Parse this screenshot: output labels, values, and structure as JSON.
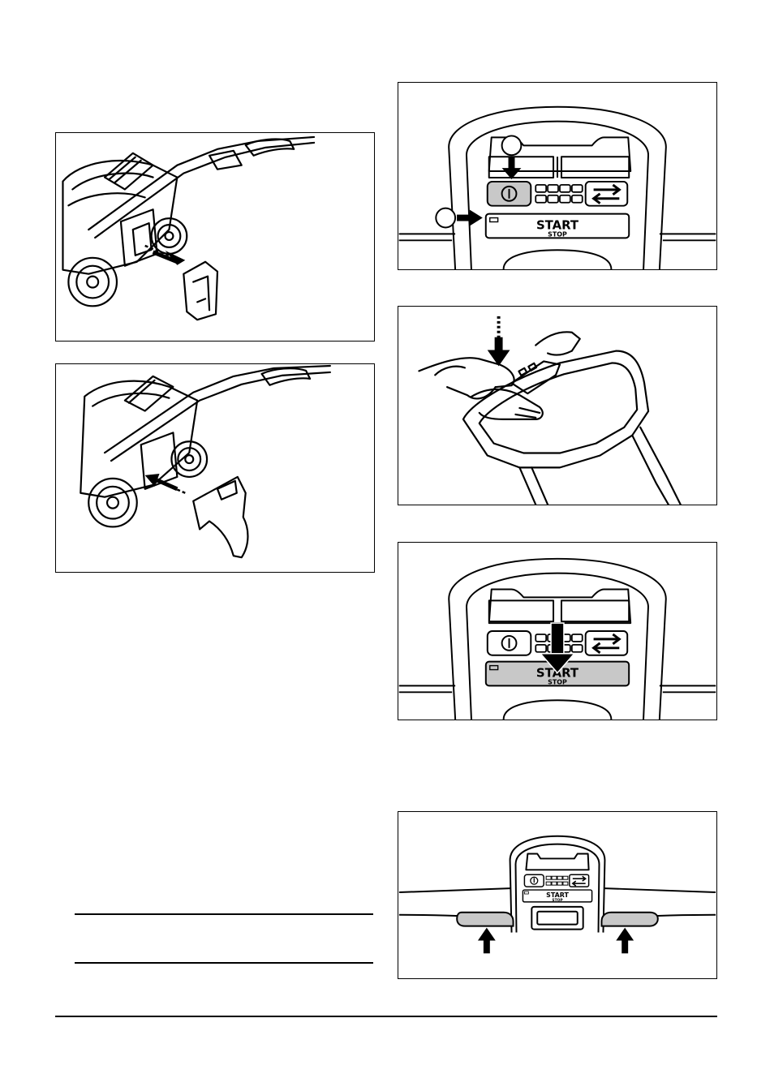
{
  "figures": {
    "control_panel_1": {
      "start_label": "START",
      "stop_label": "STOP",
      "power_symbol": "power-icon",
      "mode_symbol": "swap-arrows-icon"
    },
    "control_panel_2": {
      "start_label": "START",
      "stop_label": "STOP",
      "power_symbol": "power-icon",
      "mode_symbol": "swap-arrows-icon"
    },
    "control_panel_3": {
      "start_label": "START",
      "stop_label": "STOP",
      "power_symbol": "power-icon",
      "mode_symbol": "swap-arrows-icon"
    }
  },
  "colors": {
    "line": "#000000",
    "highlight_fill": "#c8c8c8",
    "background": "#ffffff"
  }
}
